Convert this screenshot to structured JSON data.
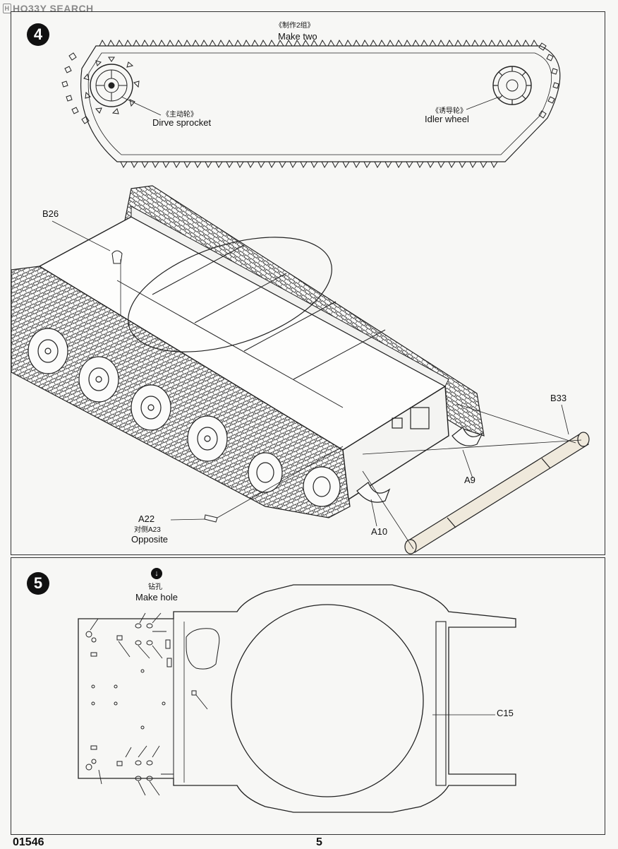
{
  "watermark": {
    "logo": "H",
    "text": "HO33Y SEARCH"
  },
  "step4": {
    "number": "4",
    "make_two_cn": "《制作2组》",
    "make_two_en": "Make two",
    "drive_sprocket_cn": "《主动轮》",
    "drive_sprocket_en": "Dirve sprocket",
    "idler_wheel_cn": "《诱导轮》",
    "idler_wheel_en": "Idler wheel",
    "parts": {
      "b26": "B26",
      "b33": "B33",
      "a9": "A9",
      "a10": "A10",
      "a22": "A22",
      "a23_cn": "对侧A23",
      "a23_en": "Opposite"
    }
  },
  "step5": {
    "number": "5",
    "tool_icon": "drill-icon",
    "make_hole_cn": "钻孔",
    "make_hole_en": "Make hole",
    "part_c15": "C15"
  },
  "footer": {
    "code": "01546",
    "page": "5"
  }
}
